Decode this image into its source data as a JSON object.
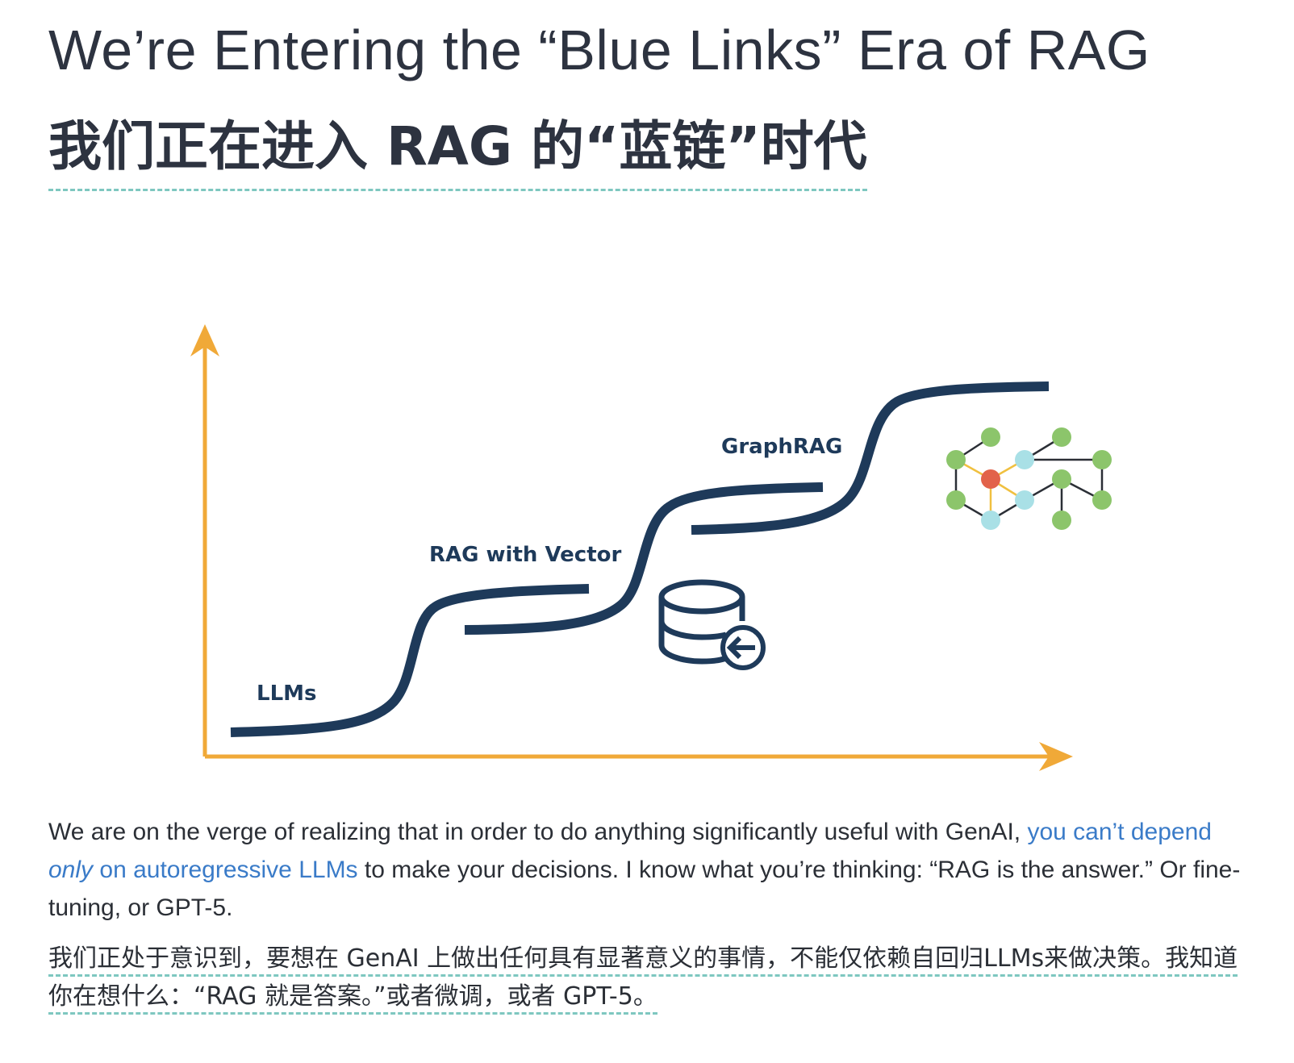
{
  "title": {
    "english": "We’re Entering the “Blue Links” Era of RAG",
    "chinese": "我们正在进入 RAG 的“蓝链”时代"
  },
  "diagram": {
    "labels": {
      "llms": "LLMs",
      "rag_vector": "RAG with Vector",
      "graphrag": "GraphRAG"
    },
    "icons": [
      "database-icon",
      "arrow-left-icon",
      "graph-network-icon"
    ],
    "colors": {
      "axis": "#f0a938",
      "curve": "#1e3a5a",
      "node_green": "#8cc56b",
      "node_cyan": "#a9e0e6",
      "node_red": "#e2624a"
    }
  },
  "paragraph_en": {
    "text_1": "We are on the verge of realizing that in order to do anything significantly useful with GenAI, ",
    "link_1": "you can’t depend ",
    "link_em": "only",
    "link_2": " on autoregressive LLMs",
    "text_2": " to make your decisions. I know what you’re thinking: “RAG is the answer.” Or fine-tuning, or GPT-5."
  },
  "paragraph_zh": {
    "text": "我们正处于意识到，要想在 GenAI 上做出任何具有显著意义的事情，不能仅依赖自回归LLMs来做决策。我知道你在想什么：“RAG 就是答案。”或者微调，或者 GPT-5。"
  }
}
